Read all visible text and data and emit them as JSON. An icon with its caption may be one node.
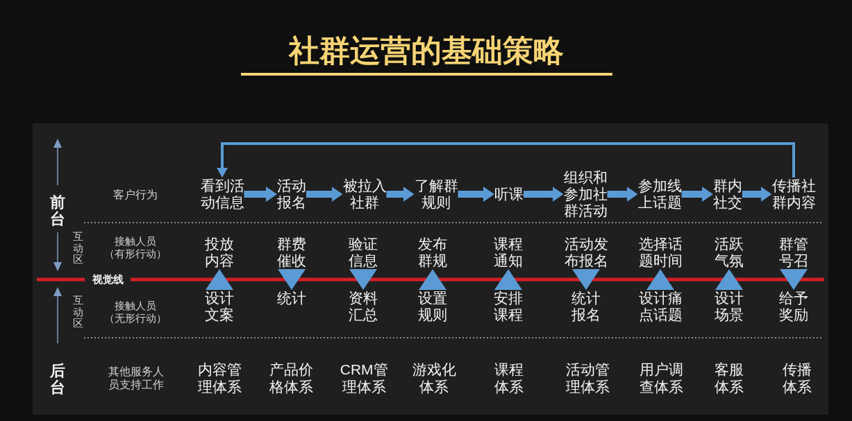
{
  "diagram": {
    "title": "社群运营的基础策略",
    "nodes": [
      {
        "text": [
          "看到活动信息"
        ]
      },
      {
        "text": [
          "活动报名"
        ]
      },
      {
        "text": [
          "被拉入社群"
        ]
      },
      {
        "text": [
          "了解群规则"
        ]
      },
      {
        "text": [
          "听课"
        ]
      },
      {
        "text": [
          "组织和参加社群活动"
        ]
      },
      {
        "text": [
          "参加线上话题"
        ]
      },
      {
        "text": [
          "群内社交"
        ]
      },
      {
        "text": [
          "传播社群内容"
        ]
      },
      {
        "text": [
          "投放内容"
        ]
      },
      {
        "text": [
          "群费催收"
        ]
      },
      {
        "text": [
          "验证信息"
        ]
      },
      {
        "text": [
          "发布群规"
        ]
      },
      {
        "text": [
          "课程通知"
        ]
      },
      {
        "text": [
          "活动发布报名"
        ]
      },
      {
        "text": [
          "选择话题时间"
        ]
      },
      {
        "text": [
          "活跃气氛"
        ]
      },
      {
        "text": [
          "群管号召"
        ]
      },
      {
        "text": [
          "设计文案"
        ]
      },
      {
        "text": [
          "统计"
        ]
      },
      {
        "text": [
          "资料汇总"
        ]
      },
      {
        "text": [
          "设置规则"
        ]
      },
      {
        "text": [
          "安排课程"
        ]
      },
      {
        "text": [
          "统计报名"
        ]
      },
      {
        "text": [
          "设计痛点话题"
        ]
      },
      {
        "text": [
          "设计场景"
        ]
      },
      {
        "text": [
          "给予奖励"
        ]
      }
    ],
    "edges": [
      {
        "from": 0,
        "to": 1,
        "arrow": "to"
      },
      {
        "from": 1,
        "to": 2,
        "arrow": "to"
      },
      {
        "from": 2,
        "to": 3,
        "arrow": "to"
      },
      {
        "from": 3,
        "to": 4,
        "arrow": "to"
      },
      {
        "from": 4,
        "to": 5,
        "arrow": "to"
      },
      {
        "from": 5,
        "to": 6,
        "arrow": "to"
      },
      {
        "from": 6,
        "to": 7,
        "arrow": "to"
      },
      {
        "from": 7,
        "to": 8,
        "arrow": "to"
      },
      {
        "from": 8,
        "to": 0,
        "arrow": "to"
      },
      {
        "from": 18,
        "to": 9,
        "arrow": "to"
      },
      {
        "from": 10,
        "to": 19,
        "arrow": "to"
      },
      {
        "from": 11,
        "to": 20,
        "arrow": "to"
      },
      {
        "from": 21,
        "to": 12,
        "arrow": "to"
      },
      {
        "from": 22,
        "to": 13,
        "arrow": "to"
      },
      {
        "from": 14,
        "to": 23,
        "arrow": "to"
      },
      {
        "from": 24,
        "to": 15,
        "arrow": "to"
      },
      {
        "from": 25,
        "to": 16,
        "arrow": "to"
      },
      {
        "from": 17,
        "to": 26,
        "arrow": "to"
      }
    ],
    "labels": [
      "前台",
      "客户行为",
      "互动区",
      "接触人员（有形行动）",
      "视觉线",
      "互动区",
      "接触人员（无形行动）",
      "后台",
      "其他服务人员支持工作",
      "内容管理体系",
      "产品价格体系",
      "CRM管理体系",
      "游戏化体系",
      "课程体系",
      "活动管理体系",
      "用户调查体系",
      "客服体系",
      "传播体系"
    ]
  }
}
